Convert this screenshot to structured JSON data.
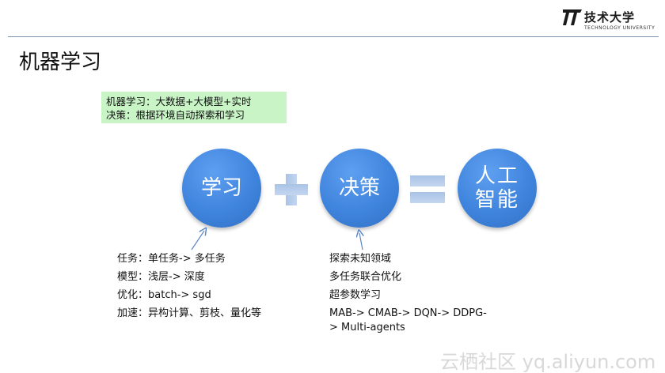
{
  "logo": {
    "text": "技术大学",
    "subtext": "TECHNOLOGY UNIVERSITY"
  },
  "slide": {
    "title": "机器学习"
  },
  "callout": {
    "lines": [
      "机器学习：大数据+大模型+实时",
      "决策：根据环境自动探索和学习"
    ]
  },
  "circles": {
    "learn": "学习",
    "decide": "决策",
    "ai": "人工智能"
  },
  "left_list": [
    "任务：单任务-> 多任务",
    "模型：浅层-> 深度",
    "优化：batch-> sgd",
    "加速：异构计算、剪枝、量化等"
  ],
  "right_list": [
    "探索未知领域",
    "多任务联合优化",
    "超参数学习",
    "MAB-> CMAB-> DQN-> DDPG-",
    "> Multi-agents"
  ],
  "watermark": "云栖社区 yq.aliyun.com",
  "colors": {
    "circle": "#3f84dd",
    "callout_bg": "#c9f5c6",
    "operator": "#b5cceb",
    "rule": "#7a93a8"
  }
}
